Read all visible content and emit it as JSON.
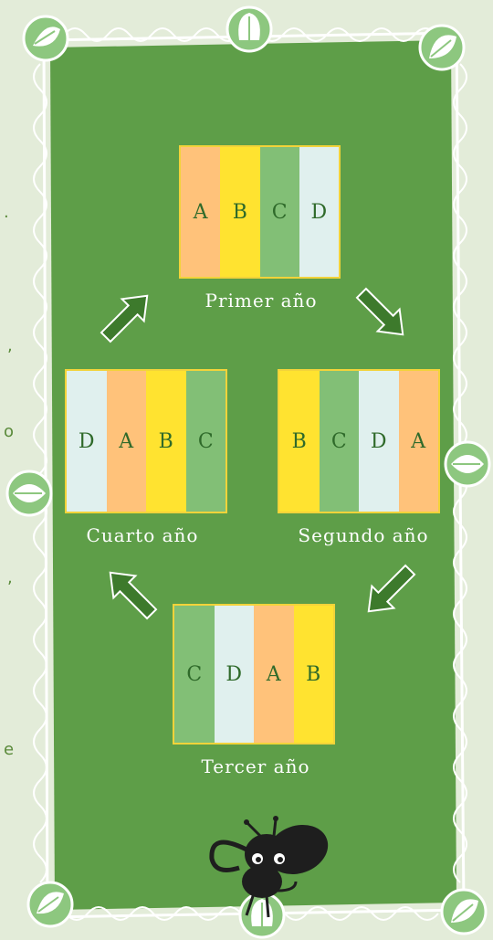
{
  "colors": {
    "background": "#e3ecd9",
    "field": "#5e9e48",
    "field_border": "#ffffff",
    "A": "#ffc27a",
    "B": "#ffe330",
    "C": "#82bf76",
    "D": "#e0f0ee",
    "arrow": "#3d7a2c",
    "label_text": "#ffffff",
    "letter_text": "#2f6a2a"
  },
  "blocks": [
    {
      "id": "primer",
      "label": "Primer año",
      "sequence": [
        "A",
        "B",
        "C",
        "D"
      ]
    },
    {
      "id": "segundo",
      "label": "Segundo año",
      "sequence": [
        "B",
        "C",
        "D",
        "A"
      ]
    },
    {
      "id": "tercer",
      "label": "Tercer año",
      "sequence": [
        "C",
        "D",
        "A",
        "B"
      ]
    },
    {
      "id": "cuarto",
      "label": "Cuarto año",
      "sequence": [
        "D",
        "A",
        "B",
        "C"
      ]
    }
  ],
  "edge_marks": [
    ".",
    ",",
    "o",
    ",",
    "e"
  ]
}
